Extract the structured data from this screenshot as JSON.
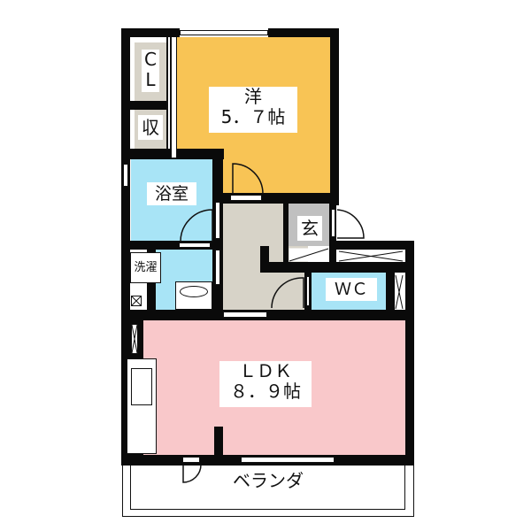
{
  "floorplan": {
    "colors": {
      "western_room": "#f8c455",
      "bath": "#a8e4f6",
      "hall": "#d7d3c8",
      "genkan": "#c0c0c0",
      "storage": "#d7d3c8",
      "ldk": "#f9c8ca",
      "wall": "#0a0a0a"
    },
    "rooms": {
      "western": {
        "name": "洋",
        "size": "5．７帖"
      },
      "closet": {
        "name_line1": "C",
        "name_line2": "L"
      },
      "storage": {
        "name": "収"
      },
      "bath": {
        "name": "浴室"
      },
      "laundry": {
        "name": "洗濯"
      },
      "genkan": {
        "name": "玄"
      },
      "wc": {
        "name": "ＷＣ"
      },
      "ldk": {
        "name": "ＬＤＫ",
        "size": "８．９帖"
      },
      "veranda": {
        "name": "ベランダ"
      }
    }
  }
}
